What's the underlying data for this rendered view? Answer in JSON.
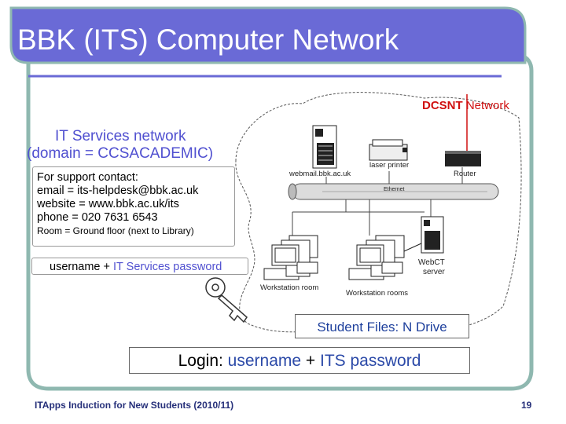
{
  "slide": {
    "title": "BBK (ITS) Computer Network",
    "footer": "ITApps Induction for New Students (2010/11)",
    "page_number": "19"
  },
  "diagram": {
    "dcsnt": {
      "part1": "DCSNT",
      "part2": " Network"
    },
    "it_services": {
      "line1": "IT Services network",
      "line2": "(domain = CCSACADEMIC)"
    },
    "support": {
      "heading": "For support contact:",
      "email": "email = its-helpdesk@bbk.ac.uk",
      "website": "website = www.bbk.ac.uk/its",
      "phone": "phone = 020 7631 6543",
      "room": "Room = Ground floor (next to Library)"
    },
    "credentials": {
      "username": "username + ",
      "password": "IT Services password"
    },
    "labels": {
      "webmail": "webmail.bbk.ac.uk",
      "laser_printer": "laser printer",
      "router": "Router",
      "ethernet": "Ethernet",
      "webct": "WebCT",
      "webct_server": "server",
      "workstation_room": "Workstation room",
      "workstation_rooms": "Workstation rooms"
    },
    "student_files": "Student Files: N Drive",
    "login": {
      "prefix": "Login",
      "colon": ": ",
      "username": "username",
      "plus": " + ",
      "password": " ITS password"
    }
  },
  "colors": {
    "title_bar": "#6a6ad6",
    "accent_border": "#8fb8b0",
    "it_blue": "#5050d0",
    "dcsnt_red": "#d01010",
    "student_files_blue": "#1d3f9c",
    "login_blue": "#2c4aa8"
  }
}
